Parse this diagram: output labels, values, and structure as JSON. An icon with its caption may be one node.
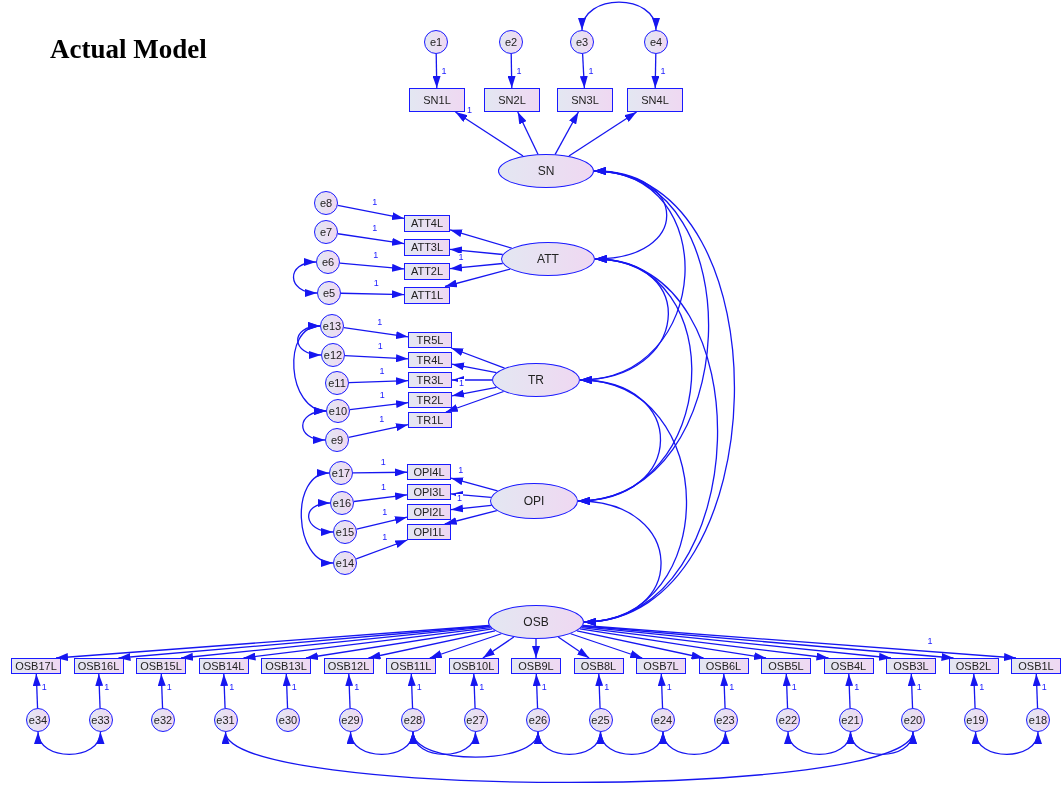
{
  "diagram": {
    "title": "Actual Model",
    "nodes": [
      {
        "text": [
          "e1"
        ]
      },
      {
        "text": [
          "e2"
        ]
      },
      {
        "text": [
          "e3"
        ]
      },
      {
        "text": [
          "e4"
        ]
      },
      {
        "text": [
          "SN1L"
        ]
      },
      {
        "text": [
          "SN2L"
        ]
      },
      {
        "text": [
          "SN3L"
        ]
      },
      {
        "text": [
          "SN4L"
        ]
      },
      {
        "text": [
          "SN"
        ]
      },
      {
        "text": [
          "e8"
        ]
      },
      {
        "text": [
          "e7"
        ]
      },
      {
        "text": [
          "e6"
        ]
      },
      {
        "text": [
          "e5"
        ]
      },
      {
        "text": [
          "ATT4L"
        ]
      },
      {
        "text": [
          "ATT3L"
        ]
      },
      {
        "text": [
          "ATT2L"
        ]
      },
      {
        "text": [
          "ATT1L"
        ]
      },
      {
        "text": [
          "ATT"
        ]
      },
      {
        "text": [
          "e13"
        ]
      },
      {
        "text": [
          "e12"
        ]
      },
      {
        "text": [
          "e11"
        ]
      },
      {
        "text": [
          "e10"
        ]
      },
      {
        "text": [
          "e9"
        ]
      },
      {
        "text": [
          "TR5L"
        ]
      },
      {
        "text": [
          "TR4L"
        ]
      },
      {
        "text": [
          "TR3L"
        ]
      },
      {
        "text": [
          "TR2L"
        ]
      },
      {
        "text": [
          "TR1L"
        ]
      },
      {
        "text": [
          "TR"
        ]
      },
      {
        "text": [
          "e17"
        ]
      },
      {
        "text": [
          "e16"
        ]
      },
      {
        "text": [
          "e15"
        ]
      },
      {
        "text": [
          "e14"
        ]
      },
      {
        "text": [
          "OPI4L"
        ]
      },
      {
        "text": [
          "OPI3L"
        ]
      },
      {
        "text": [
          "OPI2L"
        ]
      },
      {
        "text": [
          "OPI1L"
        ]
      },
      {
        "text": [
          "OPI"
        ]
      },
      {
        "text": [
          "OSB"
        ]
      },
      {
        "text": [
          "OSB17L"
        ]
      },
      {
        "text": [
          "OSB16L"
        ]
      },
      {
        "text": [
          "OSB15L"
        ]
      },
      {
        "text": [
          "OSB14L"
        ]
      },
      {
        "text": [
          "OSB13L"
        ]
      },
      {
        "text": [
          "OSB12L"
        ]
      },
      {
        "text": [
          "OSB11L"
        ]
      },
      {
        "text": [
          "OSB10L"
        ]
      },
      {
        "text": [
          "OSB9L"
        ]
      },
      {
        "text": [
          "OSB8L"
        ]
      },
      {
        "text": [
          "OSB7L"
        ]
      },
      {
        "text": [
          "OSB6L"
        ]
      },
      {
        "text": [
          "OSB5L"
        ]
      },
      {
        "text": [
          "OSB4L"
        ]
      },
      {
        "text": [
          "OSB3L"
        ]
      },
      {
        "text": [
          "OSB2L"
        ]
      },
      {
        "text": [
          "OSB1L"
        ]
      },
      {
        "text": [
          "e34"
        ]
      },
      {
        "text": [
          "e33"
        ]
      },
      {
        "text": [
          "e32"
        ]
      },
      {
        "text": [
          "e31"
        ]
      },
      {
        "text": [
          "e30"
        ]
      },
      {
        "text": [
          "e29"
        ]
      },
      {
        "text": [
          "e28"
        ]
      },
      {
        "text": [
          "e27"
        ]
      },
      {
        "text": [
          "e26"
        ]
      },
      {
        "text": [
          "e25"
        ]
      },
      {
        "text": [
          "e24"
        ]
      },
      {
        "text": [
          "e23"
        ]
      },
      {
        "text": [
          "e22"
        ]
      },
      {
        "text": [
          "e21"
        ]
      },
      {
        "text": [
          "e20"
        ]
      },
      {
        "text": [
          "e19"
        ]
      },
      {
        "text": [
          "e18"
        ]
      }
    ],
    "edges": [
      {
        "from": 0,
        "to": 4,
        "arrow": "to",
        "label": "1"
      },
      {
        "from": 1,
        "to": 5,
        "arrow": "to",
        "label": "1"
      },
      {
        "from": 2,
        "to": 6,
        "arrow": "to",
        "label": "1"
      },
      {
        "from": 3,
        "to": 7,
        "arrow": "to",
        "label": "1"
      },
      {
        "from": 8,
        "to": 4,
        "arrow": "to",
        "label": "1"
      },
      {
        "from": 8,
        "to": 5,
        "arrow": "to"
      },
      {
        "from": 8,
        "to": 6,
        "arrow": "to"
      },
      {
        "from": 8,
        "to": 7,
        "arrow": "to"
      },
      {
        "from": 2,
        "to": 3,
        "arrow": "both"
      },
      {
        "from": 9,
        "to": 13,
        "arrow": "to",
        "label": "1"
      },
      {
        "from": 10,
        "to": 14,
        "arrow": "to",
        "label": "1"
      },
      {
        "from": 11,
        "to": 15,
        "arrow": "to",
        "label": "1"
      },
      {
        "from": 12,
        "to": 16,
        "arrow": "to",
        "label": "1"
      },
      {
        "from": 17,
        "to": 13,
        "arrow": "to"
      },
      {
        "from": 17,
        "to": 14,
        "arrow": "to"
      },
      {
        "from": 17,
        "to": 15,
        "arrow": "to",
        "label": "1"
      },
      {
        "from": 17,
        "to": 16,
        "arrow": "to"
      },
      {
        "from": 11,
        "to": 12,
        "arrow": "both"
      },
      {
        "from": 18,
        "to": 23,
        "arrow": "to",
        "label": "1"
      },
      {
        "from": 19,
        "to": 24,
        "arrow": "to",
        "label": "1"
      },
      {
        "from": 20,
        "to": 25,
        "arrow": "to",
        "label": "1"
      },
      {
        "from": 21,
        "to": 26,
        "arrow": "to",
        "label": "1"
      },
      {
        "from": 22,
        "to": 27,
        "arrow": "to",
        "label": "1"
      },
      {
        "from": 28,
        "to": 23,
        "arrow": "to"
      },
      {
        "from": 28,
        "to": 24,
        "arrow": "to"
      },
      {
        "from": 28,
        "to": 25,
        "arrow": "to"
      },
      {
        "from": 28,
        "to": 26,
        "arrow": "to",
        "label": "1"
      },
      {
        "from": 28,
        "to": 27,
        "arrow": "to"
      },
      {
        "from": 18,
        "to": 19,
        "arrow": "both"
      },
      {
        "from": 18,
        "to": 21,
        "arrow": "both"
      },
      {
        "from": 21,
        "to": 22,
        "arrow": "both"
      },
      {
        "from": 29,
        "to": 33,
        "arrow": "to",
        "label": "1"
      },
      {
        "from": 30,
        "to": 34,
        "arrow": "to",
        "label": "1"
      },
      {
        "from": 31,
        "to": 35,
        "arrow": "to",
        "label": "1"
      },
      {
        "from": 32,
        "to": 36,
        "arrow": "to",
        "label": "1"
      },
      {
        "from": 37,
        "to": 33,
        "arrow": "to",
        "label": "1"
      },
      {
        "from": 37,
        "to": 34,
        "arrow": "to"
      },
      {
        "from": 37,
        "to": 35,
        "arrow": "to",
        "label": "1"
      },
      {
        "from": 37,
        "to": 36,
        "arrow": "to"
      },
      {
        "from": 29,
        "to": 32,
        "arrow": "both"
      },
      {
        "from": 30,
        "to": 31,
        "arrow": "both"
      },
      {
        "from": 38,
        "to": 39,
        "arrow": "to"
      },
      {
        "from": 38,
        "to": 40,
        "arrow": "to"
      },
      {
        "from": 38,
        "to": 41,
        "arrow": "to"
      },
      {
        "from": 38,
        "to": 42,
        "arrow": "to"
      },
      {
        "from": 38,
        "to": 43,
        "arrow": "to"
      },
      {
        "from": 38,
        "to": 44,
        "arrow": "to"
      },
      {
        "from": 38,
        "to": 45,
        "arrow": "to"
      },
      {
        "from": 38,
        "to": 46,
        "arrow": "to"
      },
      {
        "from": 38,
        "to": 47,
        "arrow": "to"
      },
      {
        "from": 38,
        "to": 48,
        "arrow": "to"
      },
      {
        "from": 38,
        "to": 49,
        "arrow": "to"
      },
      {
        "from": 38,
        "to": 50,
        "arrow": "to"
      },
      {
        "from": 38,
        "to": 51,
        "arrow": "to"
      },
      {
        "from": 38,
        "to": 52,
        "arrow": "to"
      },
      {
        "from": 38,
        "to": 53,
        "arrow": "to"
      },
      {
        "from": 38,
        "to": 54,
        "arrow": "to"
      },
      {
        "from": 38,
        "to": 55,
        "arrow": "to",
        "label": "1"
      },
      {
        "from": 56,
        "to": 39,
        "arrow": "to",
        "label": "1"
      },
      {
        "from": 57,
        "to": 40,
        "arrow": "to",
        "label": "1"
      },
      {
        "from": 58,
        "to": 41,
        "arrow": "to",
        "label": "1"
      },
      {
        "from": 59,
        "to": 42,
        "arrow": "to",
        "label": "1"
      },
      {
        "from": 60,
        "to": 43,
        "arrow": "to",
        "label": "1"
      },
      {
        "from": 61,
        "to": 44,
        "arrow": "to",
        "label": "1"
      },
      {
        "from": 62,
        "to": 45,
        "arrow": "to",
        "label": "1"
      },
      {
        "from": 63,
        "to": 46,
        "arrow": "to",
        "label": "1"
      },
      {
        "from": 64,
        "to": 47,
        "arrow": "to",
        "label": "1"
      },
      {
        "from": 65,
        "to": 48,
        "arrow": "to",
        "label": "1"
      },
      {
        "from": 66,
        "to": 49,
        "arrow": "to",
        "label": "1"
      },
      {
        "from": 67,
        "to": 50,
        "arrow": "to",
        "label": "1"
      },
      {
        "from": 68,
        "to": 51,
        "arrow": "to",
        "label": "1"
      },
      {
        "from": 69,
        "to": 52,
        "arrow": "to",
        "label": "1"
      },
      {
        "from": 70,
        "to": 53,
        "arrow": "to",
        "label": "1"
      },
      {
        "from": 71,
        "to": 54,
        "arrow": "to",
        "label": "1"
      },
      {
        "from": 72,
        "to": 55,
        "arrow": "to",
        "label": "1"
      },
      {
        "from": 56,
        "to": 57,
        "arrow": "both"
      },
      {
        "from": 61,
        "to": 62,
        "arrow": "both"
      },
      {
        "from": 62,
        "to": 63,
        "arrow": "both"
      },
      {
        "from": 62,
        "to": 64,
        "arrow": "both"
      },
      {
        "from": 59,
        "to": 70,
        "arrow": "both"
      },
      {
        "from": 64,
        "to": 65,
        "arrow": "both"
      },
      {
        "from": 65,
        "to": 66,
        "arrow": "both"
      },
      {
        "from": 66,
        "to": 67,
        "arrow": "both"
      },
      {
        "from": 68,
        "to": 69,
        "arrow": "both"
      },
      {
        "from": 69,
        "to": 70,
        "arrow": "both"
      },
      {
        "from": 71,
        "to": 72,
        "arrow": "both"
      },
      {
        "from": 8,
        "to": 17,
        "arrow": "both"
      },
      {
        "from": 8,
        "to": 28,
        "arrow": "both"
      },
      {
        "from": 8,
        "to": 37,
        "arrow": "both"
      },
      {
        "from": 8,
        "to": 38,
        "arrow": "both"
      },
      {
        "from": 17,
        "to": 28,
        "arrow": "both"
      },
      {
        "from": 17,
        "to": 37,
        "arrow": "both"
      },
      {
        "from": 17,
        "to": 38,
        "arrow": "both"
      },
      {
        "from": 28,
        "to": 37,
        "arrow": "both"
      },
      {
        "from": 28,
        "to": 38,
        "arrow": "both"
      },
      {
        "from": 37,
        "to": 38,
        "arrow": "both"
      }
    ]
  }
}
